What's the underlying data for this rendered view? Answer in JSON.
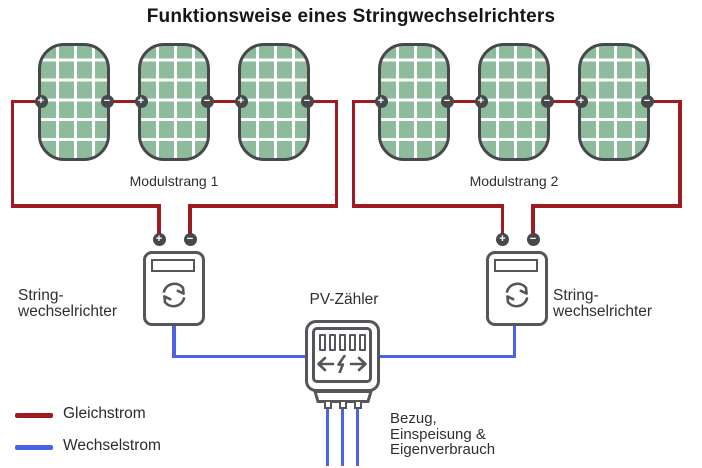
{
  "title": "Funktionsweise eines Stringwechselrichters",
  "module_strings": [
    {
      "label": "Modulstrang 1"
    },
    {
      "label": "Modulstrang 2"
    }
  ],
  "inverter_label": {
    "line1": "String-",
    "line2": "wechselrichter"
  },
  "meter": {
    "label": "PV-Zähler",
    "note_line1": "Bezug,",
    "note_line2": "Einspeisung &",
    "note_line3": "Eigenverbrauch"
  },
  "legend": [
    {
      "label": "Gleichstrom",
      "color": "#9e1b21"
    },
    {
      "label": "Wechselstrom",
      "color": "#4a63e7"
    }
  ],
  "terminals": {
    "plus": "+",
    "minus": "−"
  },
  "colors": {
    "dc_wire": "#9e1b21",
    "ac_wire": "#4a63e7",
    "panel_fill": "#8dbb9c",
    "panel_outline": "#46484b",
    "device_outline": "#54565a",
    "text": "#2f2f2f"
  }
}
